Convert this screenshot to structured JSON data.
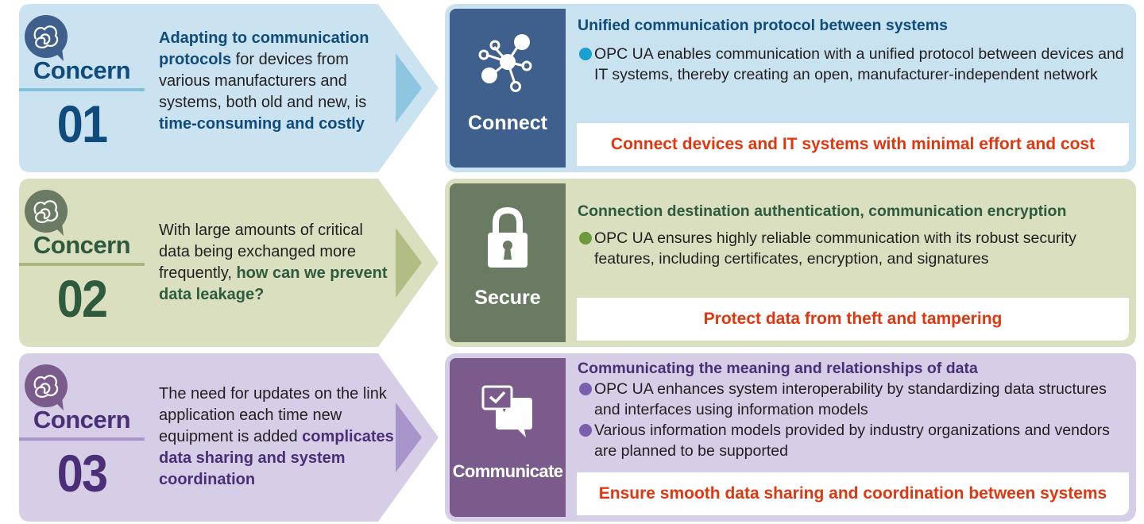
{
  "rows": [
    {
      "concern": {
        "word": "Concern",
        "number": "01",
        "text_parts": [
          {
            "text": "Adapting to communication protocols",
            "bold": true
          },
          {
            "text": " for devices from various manufacturers and systems, both old and new, is ",
            "bold": false
          },
          {
            "text": "time-consuming and costly",
            "bold": true
          }
        ]
      },
      "solution": {
        "label": "Connect",
        "icon": "network-nodes-icon",
        "heading": "Unified communication protocol between systems",
        "bullets": [
          "OPC UA enables communication with a unified protocol between devices and IT systems, thereby creating an open, manufacturer-independent network"
        ],
        "result": "Connect devices and IT systems with minimal effort and cost"
      },
      "colors": {
        "panel": "#c9e2ef",
        "tile": "#3f5f8c",
        "accent": "#0f4c7d",
        "arrow": "#cbe3f0",
        "chevron": "#8ec6e0",
        "bullet": "#1aa0cf",
        "bubble": "#3f5f8c"
      }
    },
    {
      "concern": {
        "word": "Concern",
        "number": "02",
        "text_parts": [
          {
            "text": "With large amounts of critical data being exchanged more frequently, ",
            "bold": false
          },
          {
            "text": "how can we prevent data leakage?",
            "bold": true
          }
        ]
      },
      "solution": {
        "label": "Secure",
        "icon": "padlock-icon",
        "heading": "Connection destination authentication, communication encryption",
        "bullets": [
          "OPC UA ensures highly reliable communication with its robust security features, including certificates, encryption, and signatures"
        ],
        "result": "Protect data from theft and tampering"
      },
      "colors": {
        "panel": "#d9dfbf",
        "tile": "#6b7a63",
        "accent": "#2e5a3d",
        "arrow": "#d9dfbf",
        "chevron": "#b1bd82",
        "bullet": "#6d9a3a",
        "bubble": "#6b7a63"
      }
    },
    {
      "concern": {
        "word": "Concern",
        "number": "03",
        "text_parts": [
          {
            "text": "The need for updates on the link application each time new equipment is added ",
            "bold": false
          },
          {
            "text": "complicates data sharing and system coordination",
            "bold": true
          }
        ]
      },
      "solution": {
        "label": "Communicate",
        "icon": "chat-check-icon",
        "heading": "Communicating the meaning and relationships of data",
        "bullets": [
          "OPC UA enhances system interoperability by standardizing data structures and interfaces using information models",
          "Various information models provided by industry organizations and vendors are planned to be supported"
        ],
        "result": "Ensure smooth data sharing and coordination between systems"
      },
      "colors": {
        "panel": "#d6cde6",
        "tile": "#7a5b8c",
        "accent": "#4a2f78",
        "arrow": "#d6cde6",
        "chevron": "#a795c9",
        "bullet": "#7a5fae",
        "bubble": "#7a5b8c"
      }
    }
  ]
}
